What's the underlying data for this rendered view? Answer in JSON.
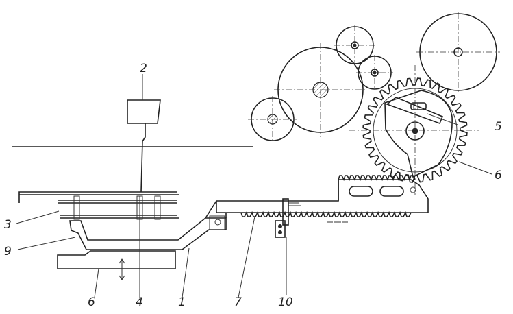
{
  "labels": {
    "l2": "2",
    "l3": "3",
    "l9": "9",
    "l5": "5",
    "l6_right": "6",
    "l6_bottom": "6",
    "l4": "4",
    "l1": "1",
    "l7": "7",
    "l10": "10"
  }
}
